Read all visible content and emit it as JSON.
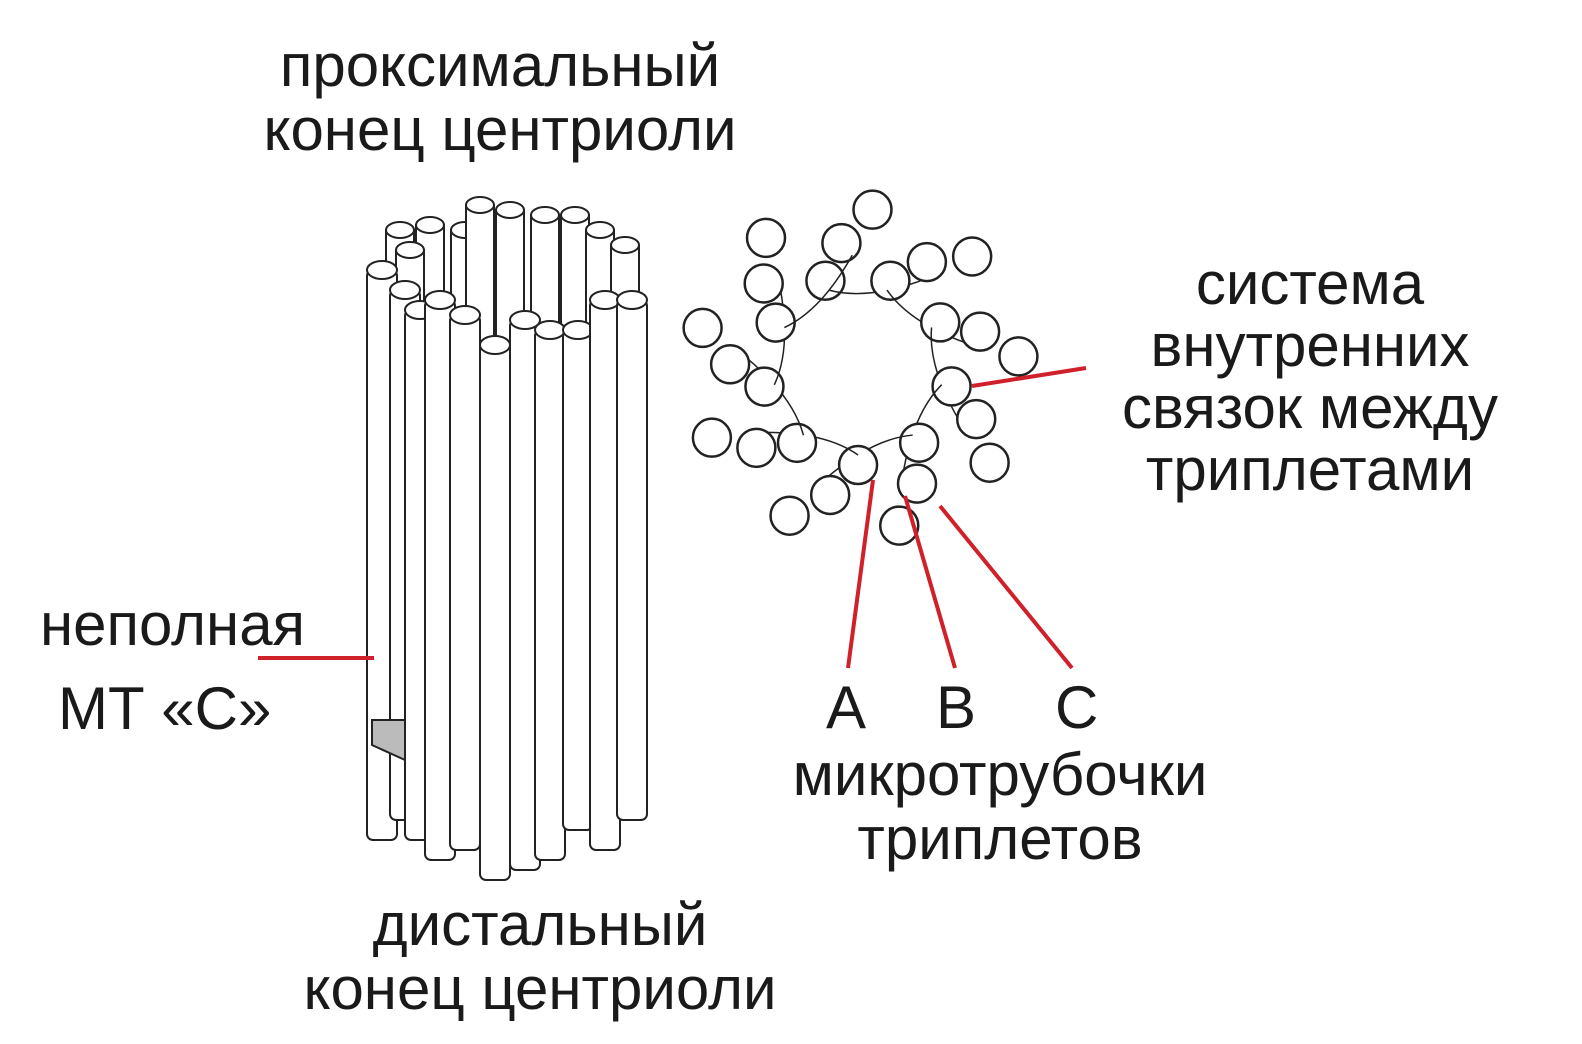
{
  "labels": {
    "proximal": [
      "проксимальный",
      "конец центриоли"
    ],
    "distal": [
      "дистальный",
      "конец центриоли"
    ],
    "incomplete_mt": [
      "неполная",
      "МТ «С»"
    ],
    "linker_system": [
      "система",
      "внутренних",
      "связок между",
      "триплетами"
    ],
    "microtubule_letters": [
      "A",
      "B",
      "C"
    ],
    "triplet_microtubules": [
      "микротрубочки",
      "триплетов"
    ]
  },
  "colors": {
    "leader_line": "#d0202a",
    "outline": "#222222",
    "fill": "#ffffff"
  }
}
